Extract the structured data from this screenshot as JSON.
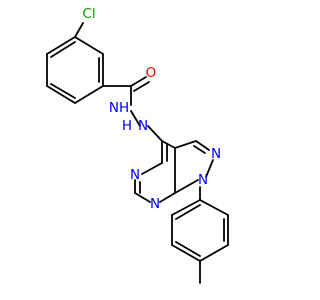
{
  "molecule": {
    "colors": {
      "bond": "#000000",
      "carbon": "#000000",
      "nitrogen": "#0000ff",
      "oxygen": "#ff0000",
      "chlorine": "#00a000",
      "hydrogen_on_N": "#0000ff"
    },
    "atom_labels": {
      "cl": "Cl",
      "o": "O",
      "nh1": "NH",
      "h2": "H",
      "n2": "N",
      "n_pyr1": "N",
      "n_pyr2": "N",
      "n_pz2": "N",
      "n_pz1": "N"
    }
  }
}
